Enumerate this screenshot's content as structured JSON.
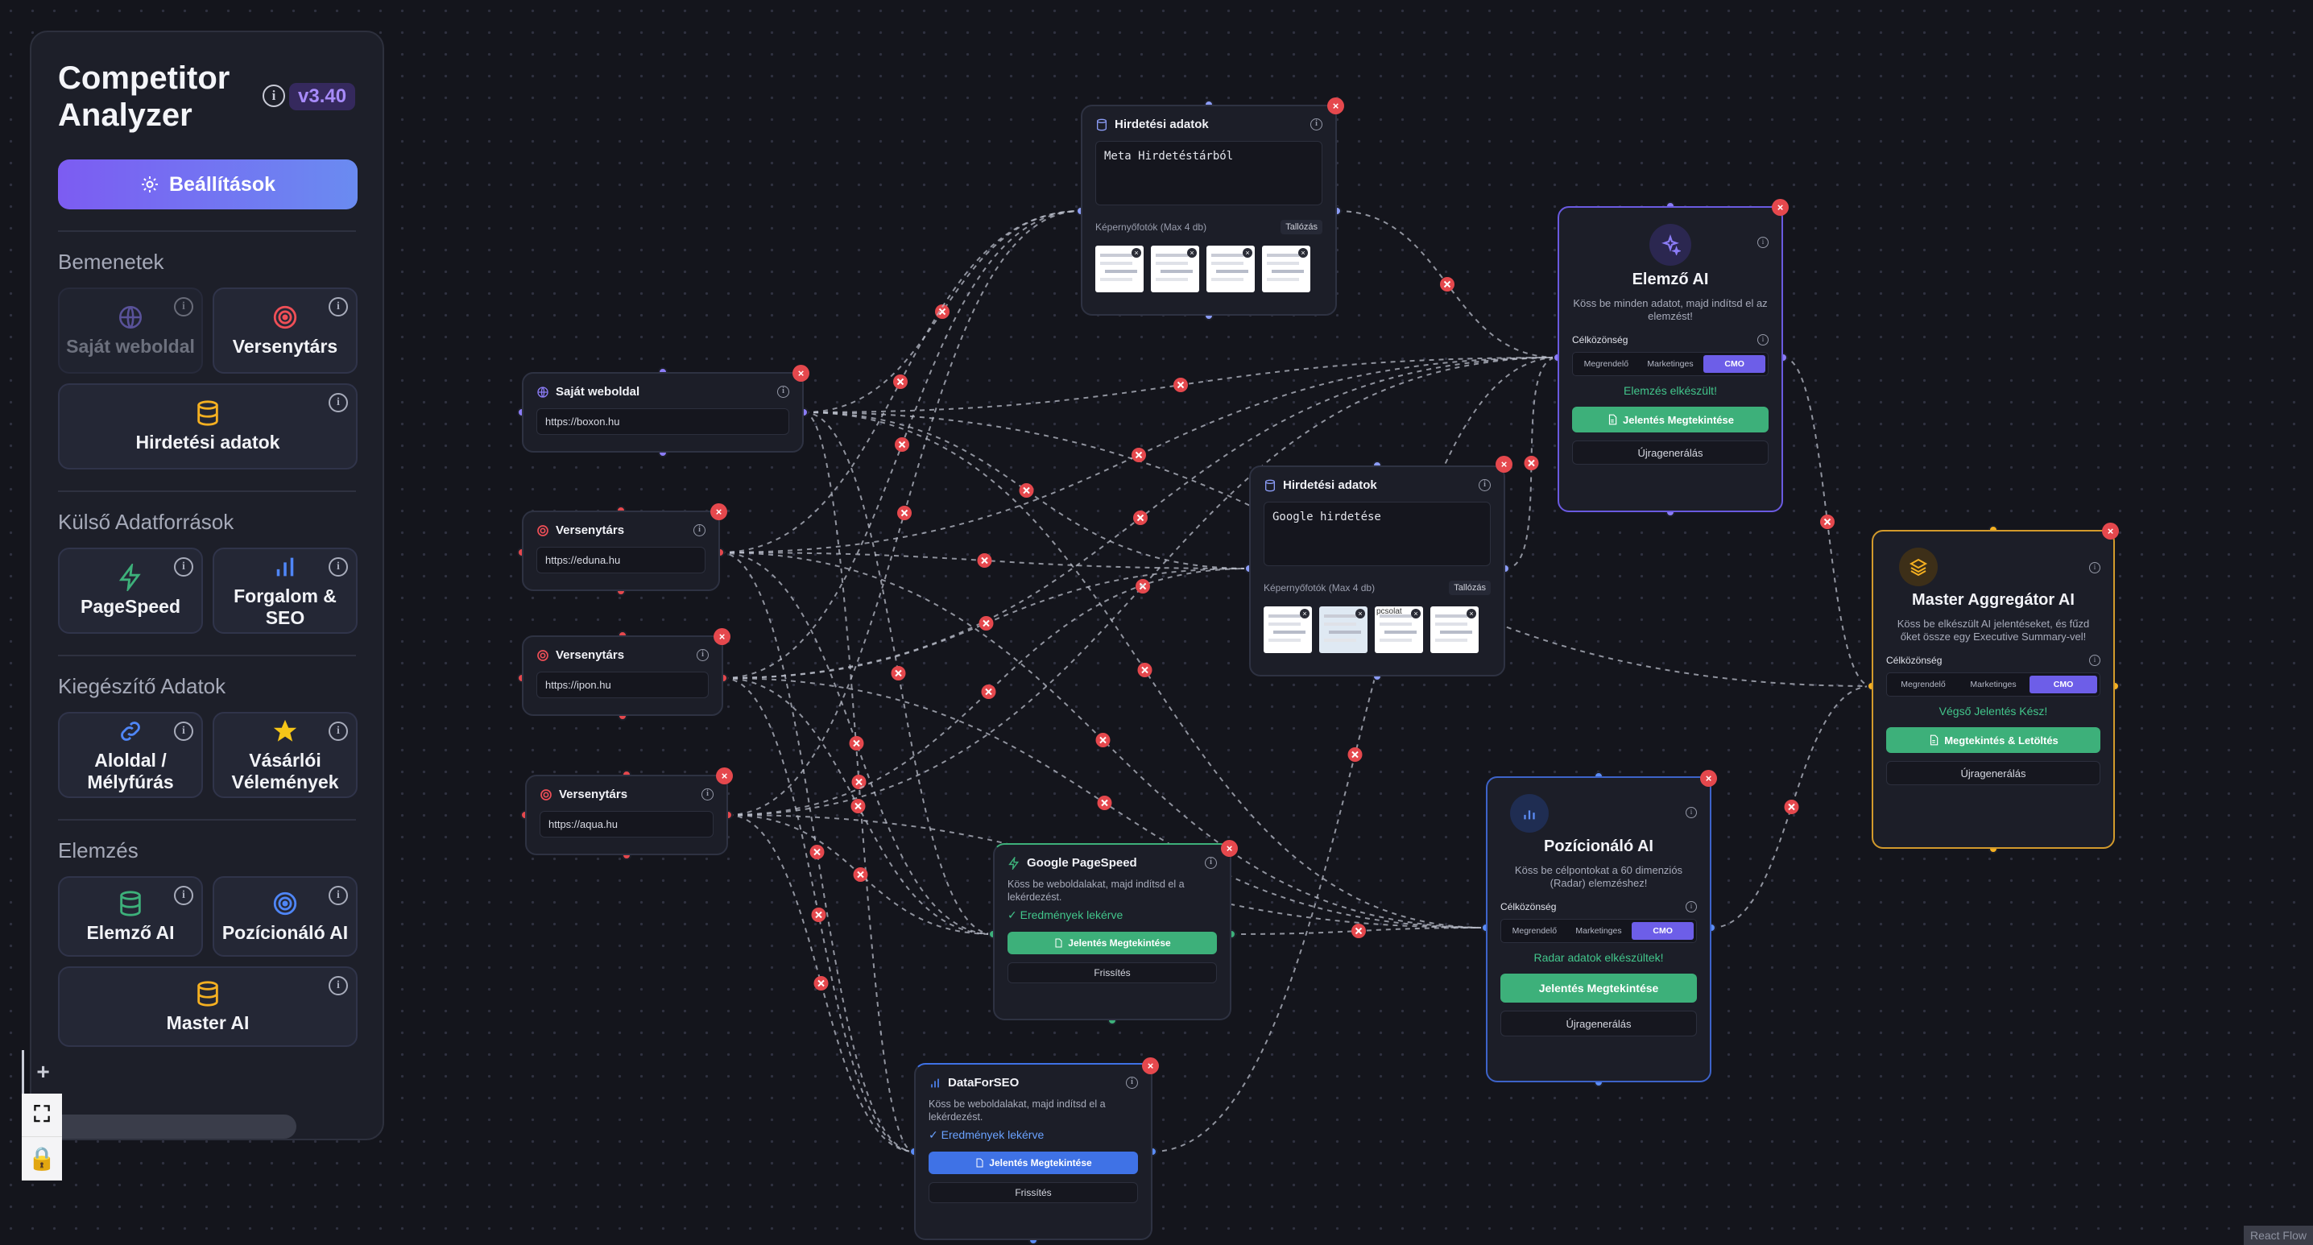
{
  "sidebar": {
    "title": "Competitor Analyzer",
    "version": "v3.40",
    "settings_label": "Beállítások",
    "sections": [
      {
        "title": "Bemenetek",
        "items": [
          "Saját weboldal",
          "Versenytárs",
          "Hirdetési adatok"
        ]
      },
      {
        "title": "Külső Adatforrások",
        "items": [
          "PageSpeed",
          "Forgalom & SEO"
        ]
      },
      {
        "title": "Kiegészítő Adatok",
        "items": [
          "Aloldal / Mélyfúrás",
          "Vásárlói Vélemények"
        ]
      },
      {
        "title": "Elemzés",
        "items": [
          "Elemző AI",
          "Pozícionáló AI",
          "Master AI"
        ]
      }
    ]
  },
  "nodes": {
    "ads_meta": {
      "title": "Hirdetési adatok",
      "text": "Meta Hirdetéstárból",
      "shots_label": "Képernyőfotók (Max 4 db)",
      "browse_label": "Tallózás"
    },
    "ads_google": {
      "title": "Hirdetési adatok",
      "text": "Google hirdetése",
      "shots_label": "Képernyőfotók (Max 4 db)",
      "browse_label": "Tallózás",
      "thumb3_text": "pcsolat"
    },
    "own_site": {
      "title": "Saját weboldal",
      "url": "https://boxon.hu"
    },
    "comp1": {
      "title": "Versenytárs",
      "url": "https://eduna.hu"
    },
    "comp2": {
      "title": "Versenytárs",
      "url": "https://ipon.hu"
    },
    "comp3": {
      "title": "Versenytárs",
      "url": "https://aqua.hu"
    },
    "pagespeed": {
      "title": "Google PageSpeed",
      "desc": "Köss be weboldalakat, majd indítsd el a lekérdezést.",
      "status": "✓ Eredmények lekérve",
      "report_btn": "Jelentés Megtekintése",
      "refresh_btn": "Frissítés"
    },
    "dataforseo": {
      "title": "DataForSEO",
      "desc": "Köss be weboldalakat, majd indítsd el a lekérdezést.",
      "status": "✓ Eredmények lekérve",
      "report_btn": "Jelentés Megtekintése",
      "refresh_btn": "Frissítés"
    },
    "elemzo": {
      "title": "Elemző AI",
      "desc": "Köss be minden adatot, majd indítsd el az elemzést!",
      "audience_label": "Célközönség",
      "audiences": [
        "Megrendelő",
        "Marketinges",
        "CMO"
      ],
      "active": "CMO",
      "status": "Elemzés elkészült!",
      "report_btn": "Jelentés Megtekintése",
      "regen_btn": "Újragenerálás"
    },
    "poz": {
      "title": "Pozícionáló AI",
      "desc": "Köss be célpontokat a 60 dimenziós (Radar) elemzéshez!",
      "audience_label": "Célközönség",
      "audiences": [
        "Megrendelő",
        "Marketinges",
        "CMO"
      ],
      "active": "CMO",
      "status": "Radar adatok elkészültek!",
      "report_btn": "Jelentés Megtekintése",
      "regen_btn": "Újragenerálás"
    },
    "master": {
      "title": "Master Aggregátor AI",
      "desc": "Köss be elkészült AI jelentéseket, és fűzd őket össze egy Executive Summary-vel!",
      "audience_label": "Célközönség",
      "audiences": [
        "Megrendelő",
        "Marketinges",
        "CMO"
      ],
      "active": "CMO",
      "status": "Végső Jelentés Kész!",
      "report_btn": "Megtekintés & Letöltés",
      "regen_btn": "Újragenerálás"
    }
  },
  "controls": {
    "zoom_in": "+",
    "fit": "⛶",
    "lock": "🔒"
  },
  "attribution": "React Flow",
  "colors": {
    "accent": "#7c5cf2",
    "success": "#3db07a",
    "danger": "#e5484d",
    "link": "#3f72e6",
    "master_border": "#d29a2c"
  }
}
